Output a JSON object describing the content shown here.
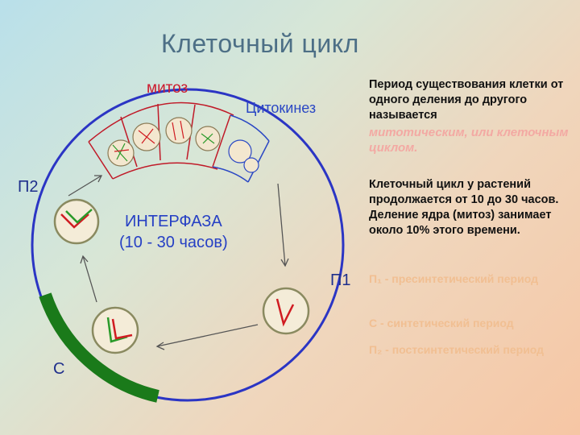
{
  "title": "Клеточный цикл",
  "labels": {
    "mitosis": "митоз",
    "cytokinesis": "Цитокинез",
    "p2": "П2",
    "p1": "П1",
    "s": "С",
    "interphase_line1": "ИНТЕРФАЗА",
    "interphase_line2": "(10 - 30 часов)"
  },
  "side_text": {
    "para1": "Период существования клетки от одного деления до другого называется",
    "para1_emph": "митотическим, или клеточным циклом.",
    "para2": "Клеточный цикл у растений продолжается от 10 до 30 часов. Деление ядра (митоз) занимает около 10% этого времени.",
    "g1": "П₁ - пресинтетический период",
    "s": "С - синтетический период",
    "g2": "П₂ - постсинтетический период"
  },
  "colors": {
    "circle": "#2b35c4",
    "s_phase_arc": "#1a7a1a",
    "chromosome_red": "#d01c22",
    "chromosome_green": "#2a9a2a",
    "arrow": "#555555"
  }
}
